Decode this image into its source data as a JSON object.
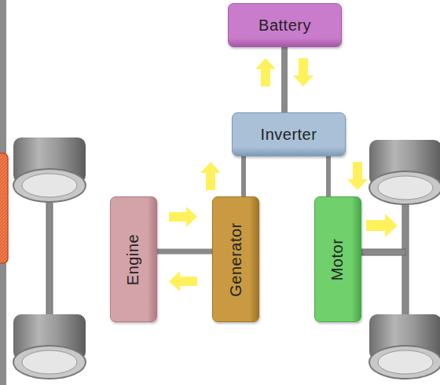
{
  "diagram": {
    "nodes": [
      {
        "text": [
          "Battery"
        ]
      },
      {
        "text": [
          "Inverter"
        ]
      },
      {
        "text": [
          "Engine"
        ]
      },
      {
        "text": [
          "Generator"
        ]
      },
      {
        "text": [
          "Motor"
        ]
      }
    ],
    "edges": [
      {
        "from": 0,
        "to": 1,
        "arrow": "both"
      },
      {
        "from": 2,
        "to": 3,
        "arrow": "both"
      },
      {
        "from": 3,
        "to": 1,
        "arrow": "to"
      },
      {
        "from": 1,
        "to": 4,
        "arrow": "to"
      }
    ]
  }
}
